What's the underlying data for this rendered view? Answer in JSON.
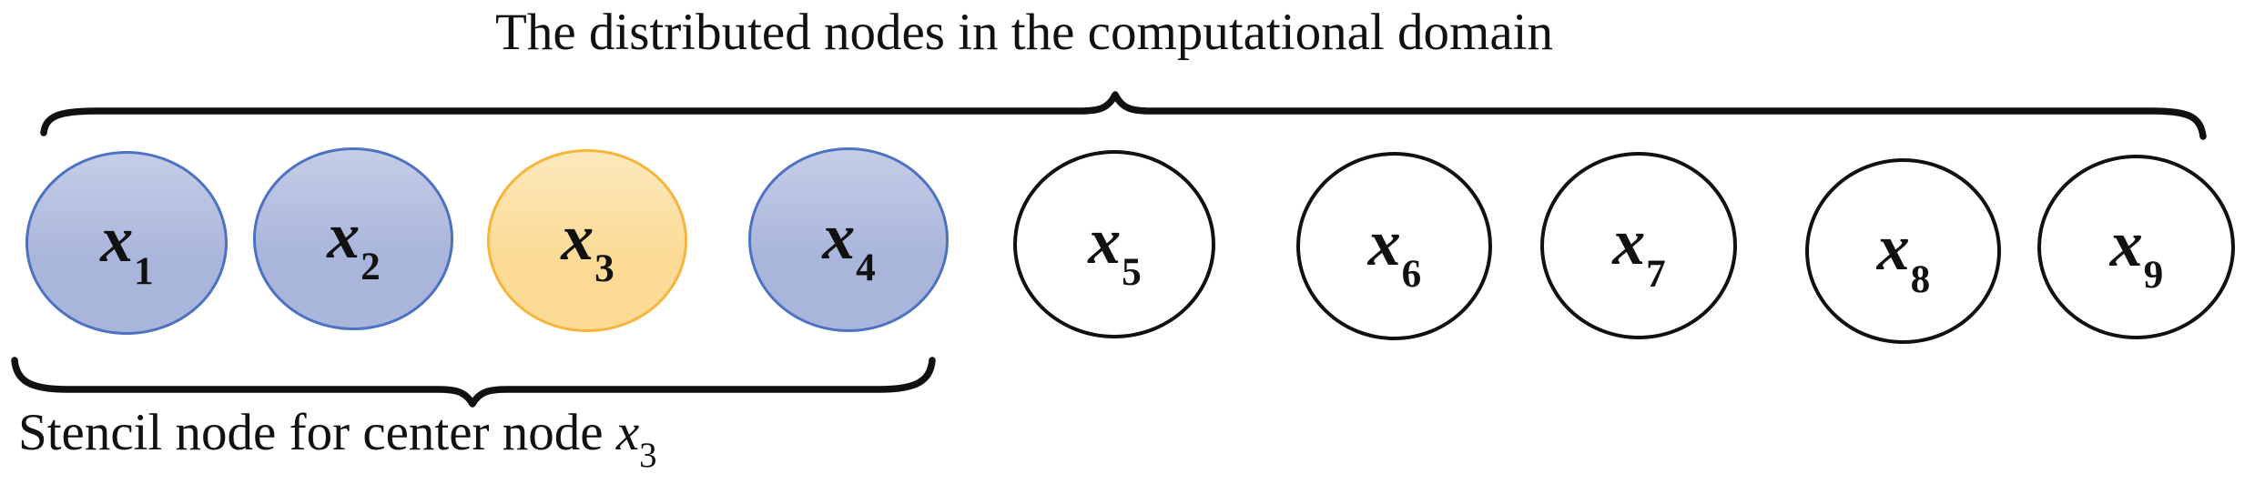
{
  "figure": {
    "top_label": "The distributed nodes in the computational domain",
    "bottom_label": {
      "prefix": "Stencil node for center node ",
      "var": "x",
      "sub": "3"
    },
    "nodes": [
      {
        "id": "x1",
        "base": "x",
        "sub": "1",
        "role": "stencil"
      },
      {
        "id": "x2",
        "base": "x",
        "sub": "2",
        "role": "stencil"
      },
      {
        "id": "x3",
        "base": "x",
        "sub": "3",
        "role": "center"
      },
      {
        "id": "x4",
        "base": "x",
        "sub": "4",
        "role": "stencil"
      },
      {
        "id": "x5",
        "base": "x",
        "sub": "5",
        "role": "domain"
      },
      {
        "id": "x6",
        "base": "x",
        "sub": "6",
        "role": "domain"
      },
      {
        "id": "x7",
        "base": "x",
        "sub": "7",
        "role": "domain"
      },
      {
        "id": "x8",
        "base": "x",
        "sub": "8",
        "role": "domain"
      },
      {
        "id": "x9",
        "base": "x",
        "sub": "9",
        "role": "domain"
      }
    ],
    "colors": {
      "stencil_fill": "#a9b5db",
      "stencil_border": "#4d72c2",
      "center_fill": "#fbdb95",
      "center_border": "#f7b53c",
      "domain_fill": "#ffffff",
      "domain_border": "#111111",
      "brace_color": "#111111",
      "text_color": "#111111"
    }
  }
}
